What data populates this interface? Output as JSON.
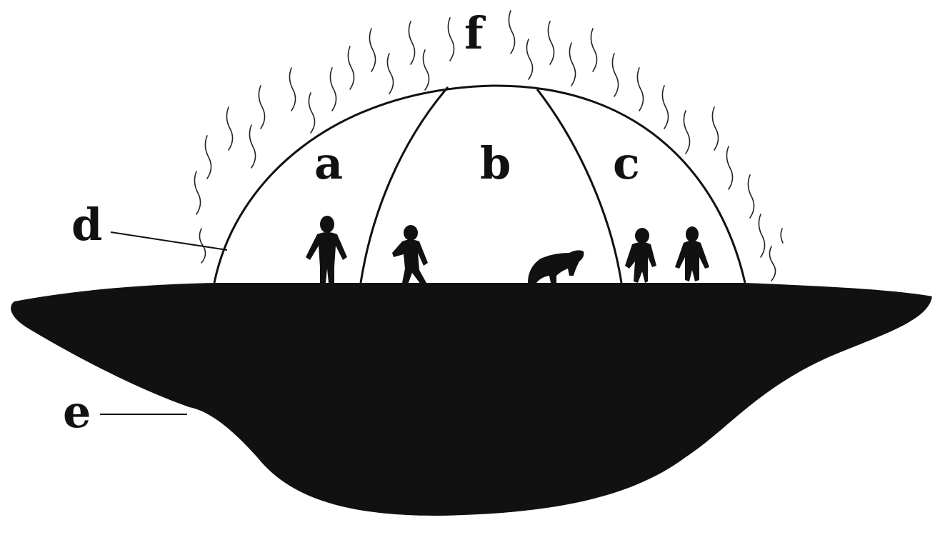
{
  "labels": {
    "a": "a",
    "b": "b",
    "c": "c",
    "d": "d",
    "e": "e",
    "f": "f"
  },
  "colors": {
    "ink": "#111111",
    "background": "#ffffff"
  }
}
